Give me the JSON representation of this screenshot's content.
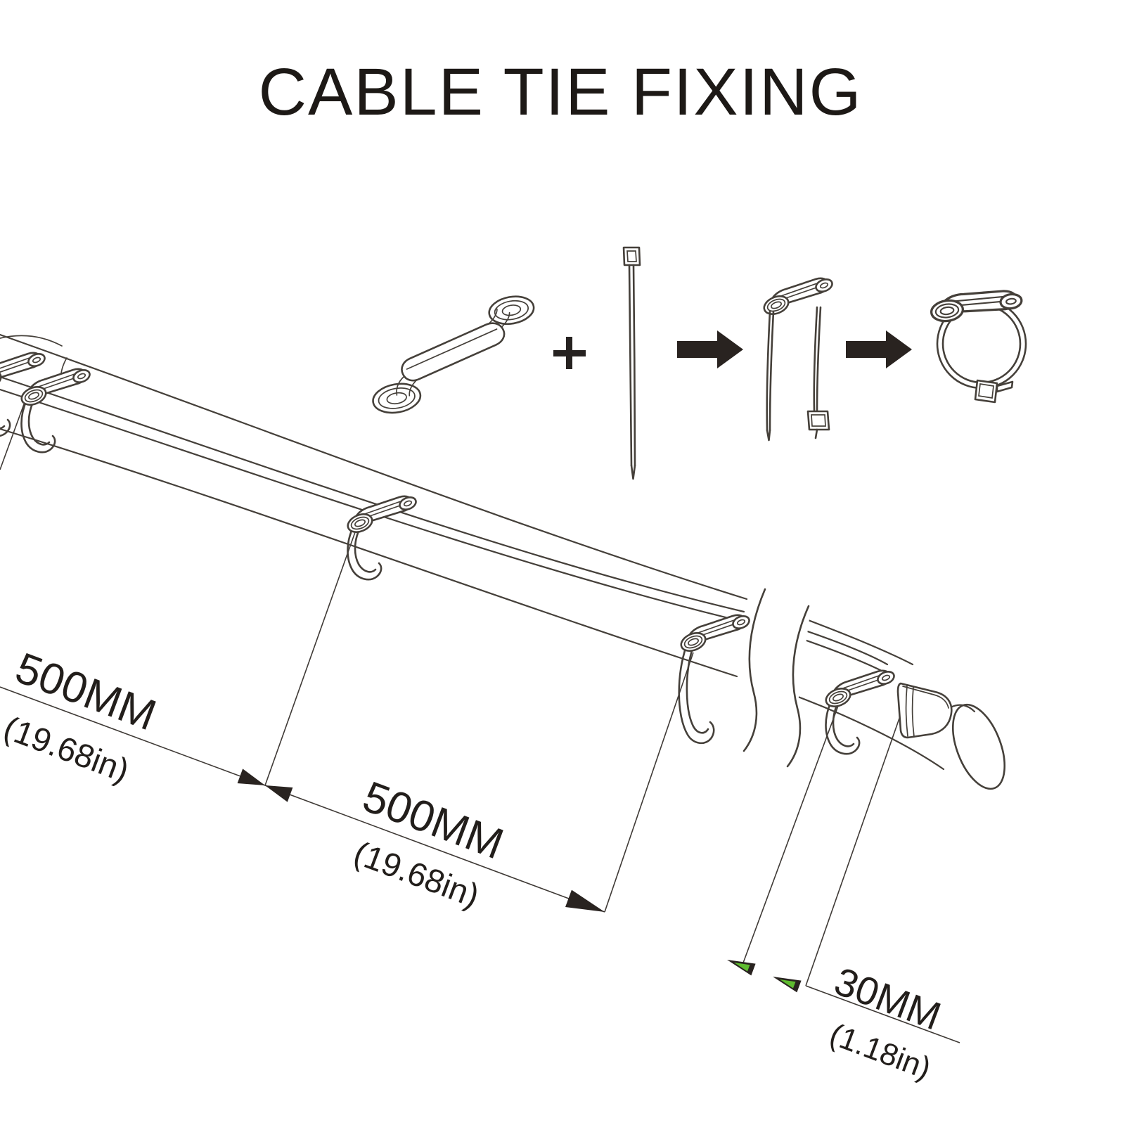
{
  "title": "CABLE TIE FIXING",
  "assembly_sequence": {
    "parts": [
      "tie-mount-icon",
      "plus-icon",
      "cable-tie-icon",
      "arrow-right-icon",
      "tie-threaded-assembly-icon",
      "arrow-right-icon",
      "tie-loop-assembly-icon"
    ]
  },
  "dimensions": {
    "spacing_1": {
      "metric": "500MM",
      "imperial": "(19.68in)"
    },
    "spacing_2": {
      "metric": "500MM",
      "imperial": "(19.68in)"
    },
    "end_offset": {
      "metric": "30MM",
      "imperial": "(1.18in)"
    }
  },
  "colors": {
    "background": "#ffffff",
    "line_work": "#45403a",
    "dimension_text": "#221e1b",
    "arrow_fill": "#292320",
    "accent_green": "#5fbc30"
  }
}
